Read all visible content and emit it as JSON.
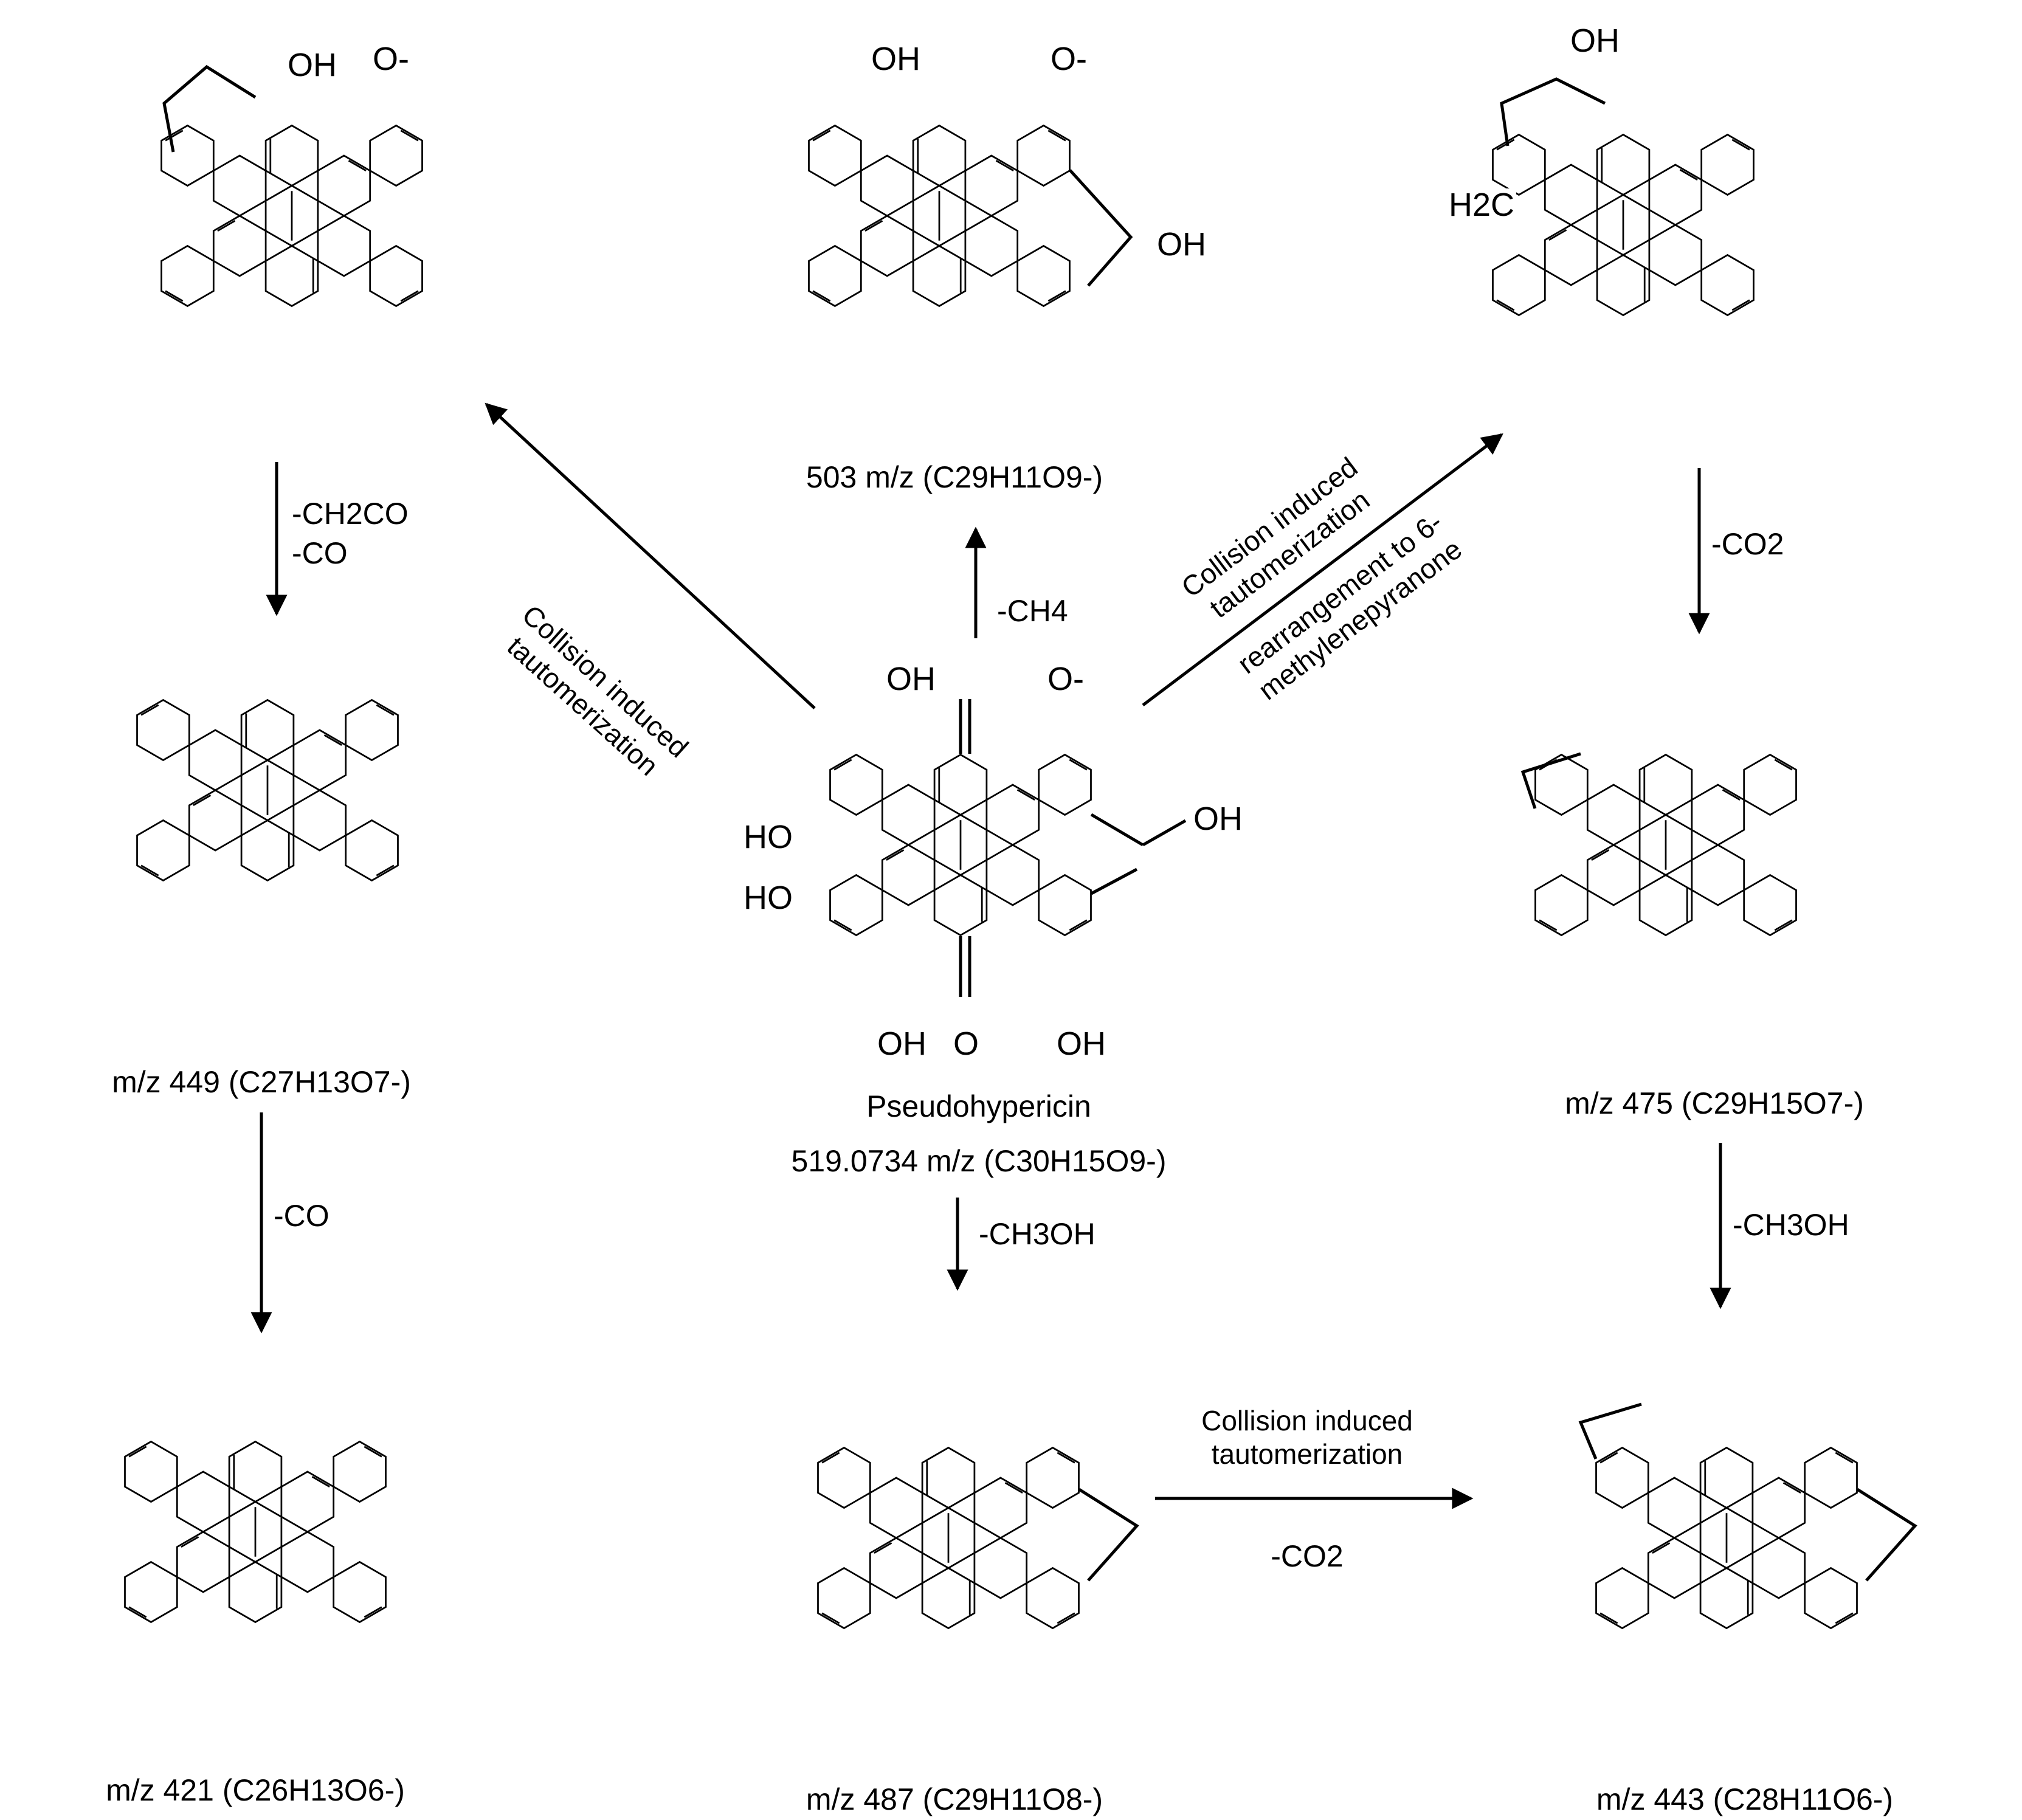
{
  "compounds": {
    "center": {
      "name": "Pseudohypericin",
      "formula": "519.0734 m/z (C30H15O9-)"
    },
    "top_left": {
      "formula": ""
    },
    "top_center": {
      "formula": "503 m/z (C29H11O9-)"
    },
    "top_right": {
      "formula": ""
    },
    "mid_left": {
      "formula": "m/z 449 (C27H13O7-)"
    },
    "mid_right": {
      "formula": "m/z 475 (C29H15O7-)"
    },
    "bottom_left": {
      "formula": "m/z 421 (C26H13O6-)"
    },
    "bottom_center": {
      "formula": "m/z 487 (C29H11O8-)"
    },
    "bottom_right": {
      "formula": "m/z 443 (C28H11O6-)"
    }
  },
  "arrow_labels": {
    "to_top_left": "Collision induced tautomerization",
    "to_top_right_1": "Collision induced tautomerization",
    "to_top_right_2": "rearrangement to 6-methylenepyranone",
    "to_top_center": "-CH4",
    "to_bottom_center": "-CH3OH",
    "top_left_to_mid_left_1": "-CH2CO",
    "top_left_to_mid_left_2": "-CO",
    "mid_left_to_bottom_left": "-CO",
    "top_right_to_mid_right": "-CO2",
    "mid_right_to_bottom_right": "-CH3OH",
    "bottom_center_to_bottom_right_1": "Collision induced tautomerization",
    "bottom_center_to_bottom_right_2": "-CO2"
  },
  "atom_labels": {
    "oh": "OH",
    "ho": "HO",
    "o": "O",
    "o_minus": "O-",
    "h2c": "H2C"
  }
}
